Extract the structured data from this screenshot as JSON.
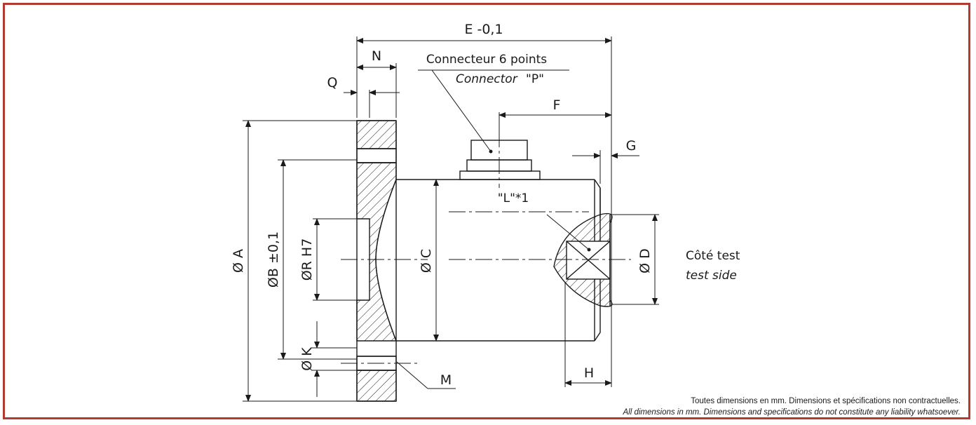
{
  "colors": {
    "frame": "#b23a30",
    "line": "#1a1a1a"
  },
  "dims": {
    "E": "E -0,1",
    "N": "N",
    "Q": "Q",
    "F": "F",
    "G": "G",
    "H": "H",
    "M": "M",
    "A": "Ø A",
    "B": "ØB ±0,1",
    "R": "ØR H7",
    "C": "Ø C",
    "D": "Ø D",
    "K": "Ø K",
    "L": "\"L\"*1"
  },
  "labels": {
    "connector_fr": "Connecteur 6 points",
    "connector_en": "Connector",
    "connector_p": "\"P\"",
    "test_side_fr": "Côté test",
    "test_side_en": "test side"
  },
  "notes": {
    "fr": "Toutes dimensions en mm. Dimensions et spécifications non contractuelles.",
    "en": "All dimensions in mm. Dimensions and specifications do not constitute any liability whatsoever."
  }
}
